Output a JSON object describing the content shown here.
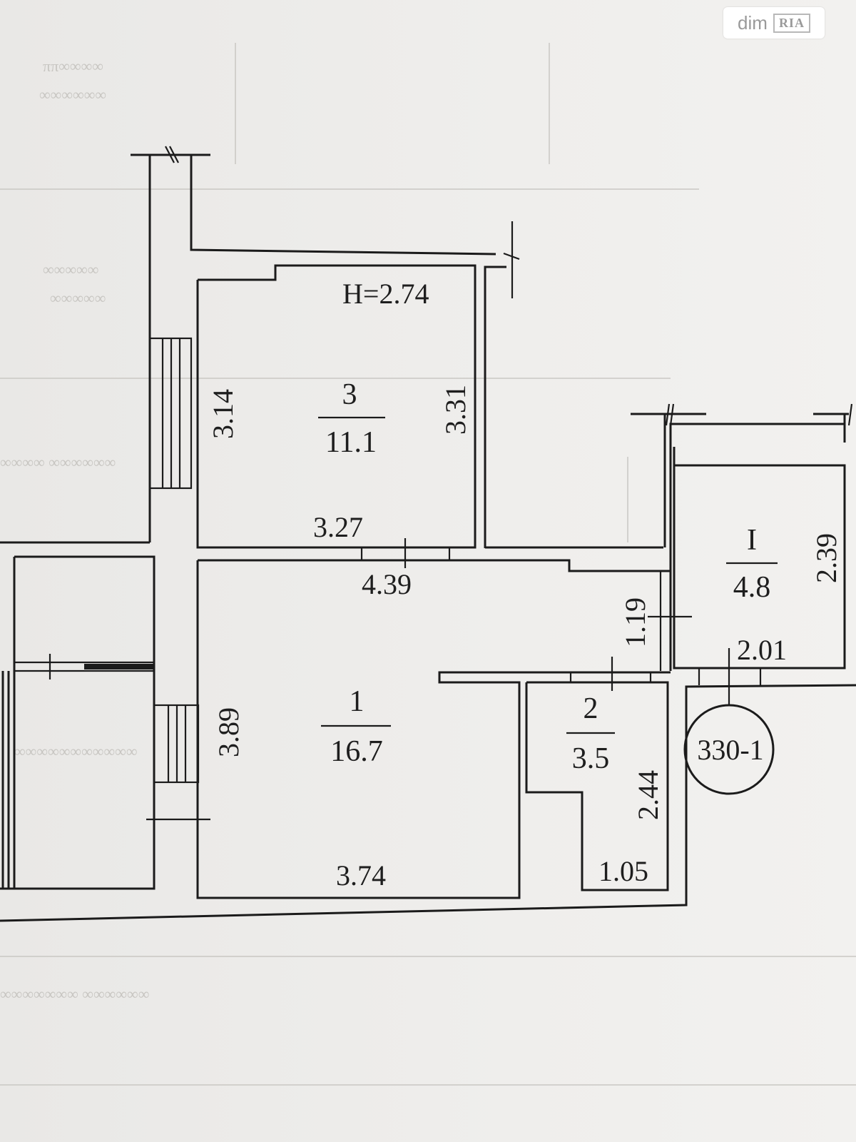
{
  "watermark": {
    "brand": "dim",
    "mark": "RIA"
  },
  "plan": {
    "height_label": "H=2.74",
    "rooms": [
      {
        "id": "3",
        "area": "11.1"
      },
      {
        "id": "1",
        "area": "16.7"
      },
      {
        "id": "2",
        "area": "3.5"
      },
      {
        "id": "I",
        "area": "4.8"
      }
    ],
    "dimensions": {
      "room3_left": "3.14",
      "room3_right": "3.31",
      "room3_bottom": "3.27",
      "corridor_top": "4.39",
      "room1_left": "3.89",
      "room1_bottom": "3.74",
      "passage": "1.19",
      "room2_right": "2.44",
      "room2_bottom": "1.05",
      "roomI_right": "2.39",
      "roomI_bottom": "2.01"
    },
    "circle_label": "330-1"
  }
}
